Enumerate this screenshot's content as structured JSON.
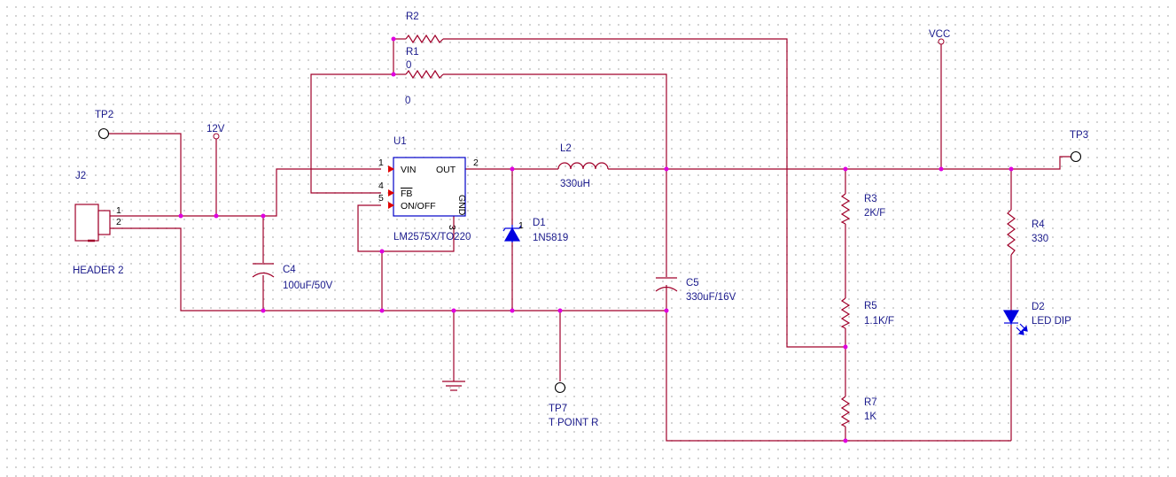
{
  "components": {
    "J2": {
      "ref": "J2",
      "value": "HEADER 2",
      "pin1": "1",
      "pin2": "2"
    },
    "TP2": {
      "ref": "TP2"
    },
    "TP3": {
      "ref": "TP3"
    },
    "TP7": {
      "ref": "TP7",
      "value": "T POINT R"
    },
    "V12": {
      "ref": "12V"
    },
    "VCC": {
      "ref": "VCC"
    },
    "U1": {
      "ref": "U1",
      "value": "LM2575X/TO220",
      "pins": {
        "vin": "VIN",
        "out": "OUT",
        "fb": "FB",
        "onoff": "ON/OFF",
        "gnd": "GND"
      },
      "pin_numbers": {
        "p1": "1",
        "p2": "2",
        "p3": "3",
        "p4": "4",
        "p5": "5"
      }
    },
    "R1": {
      "ref": "R1",
      "value": "0"
    },
    "R2": {
      "ref": "R2",
      "value": "0"
    },
    "R3": {
      "ref": "R3",
      "value": "2K/F"
    },
    "R4": {
      "ref": "R4",
      "value": "330"
    },
    "R5": {
      "ref": "R5",
      "value": "1.1K/F"
    },
    "R7": {
      "ref": "R7",
      "value": "1K"
    },
    "C4": {
      "ref": "C4",
      "value": "100uF/50V"
    },
    "C5": {
      "ref": "C5",
      "value": "330uF/16V"
    },
    "L2": {
      "ref": "L2",
      "value": "330uH"
    },
    "D1": {
      "ref": "D1",
      "value": "1N5819",
      "pin": "1"
    },
    "D2": {
      "ref": "D2",
      "value": "LED DIP"
    }
  },
  "colors": {
    "wire": "#a0002a",
    "junction": "#e000e0",
    "chip_outline": "#0000c8",
    "diode": "#0000e0",
    "label_text": "#1a1a8c",
    "pin_arrow": "#e00000",
    "background_grid": "#c9c9c9"
  }
}
